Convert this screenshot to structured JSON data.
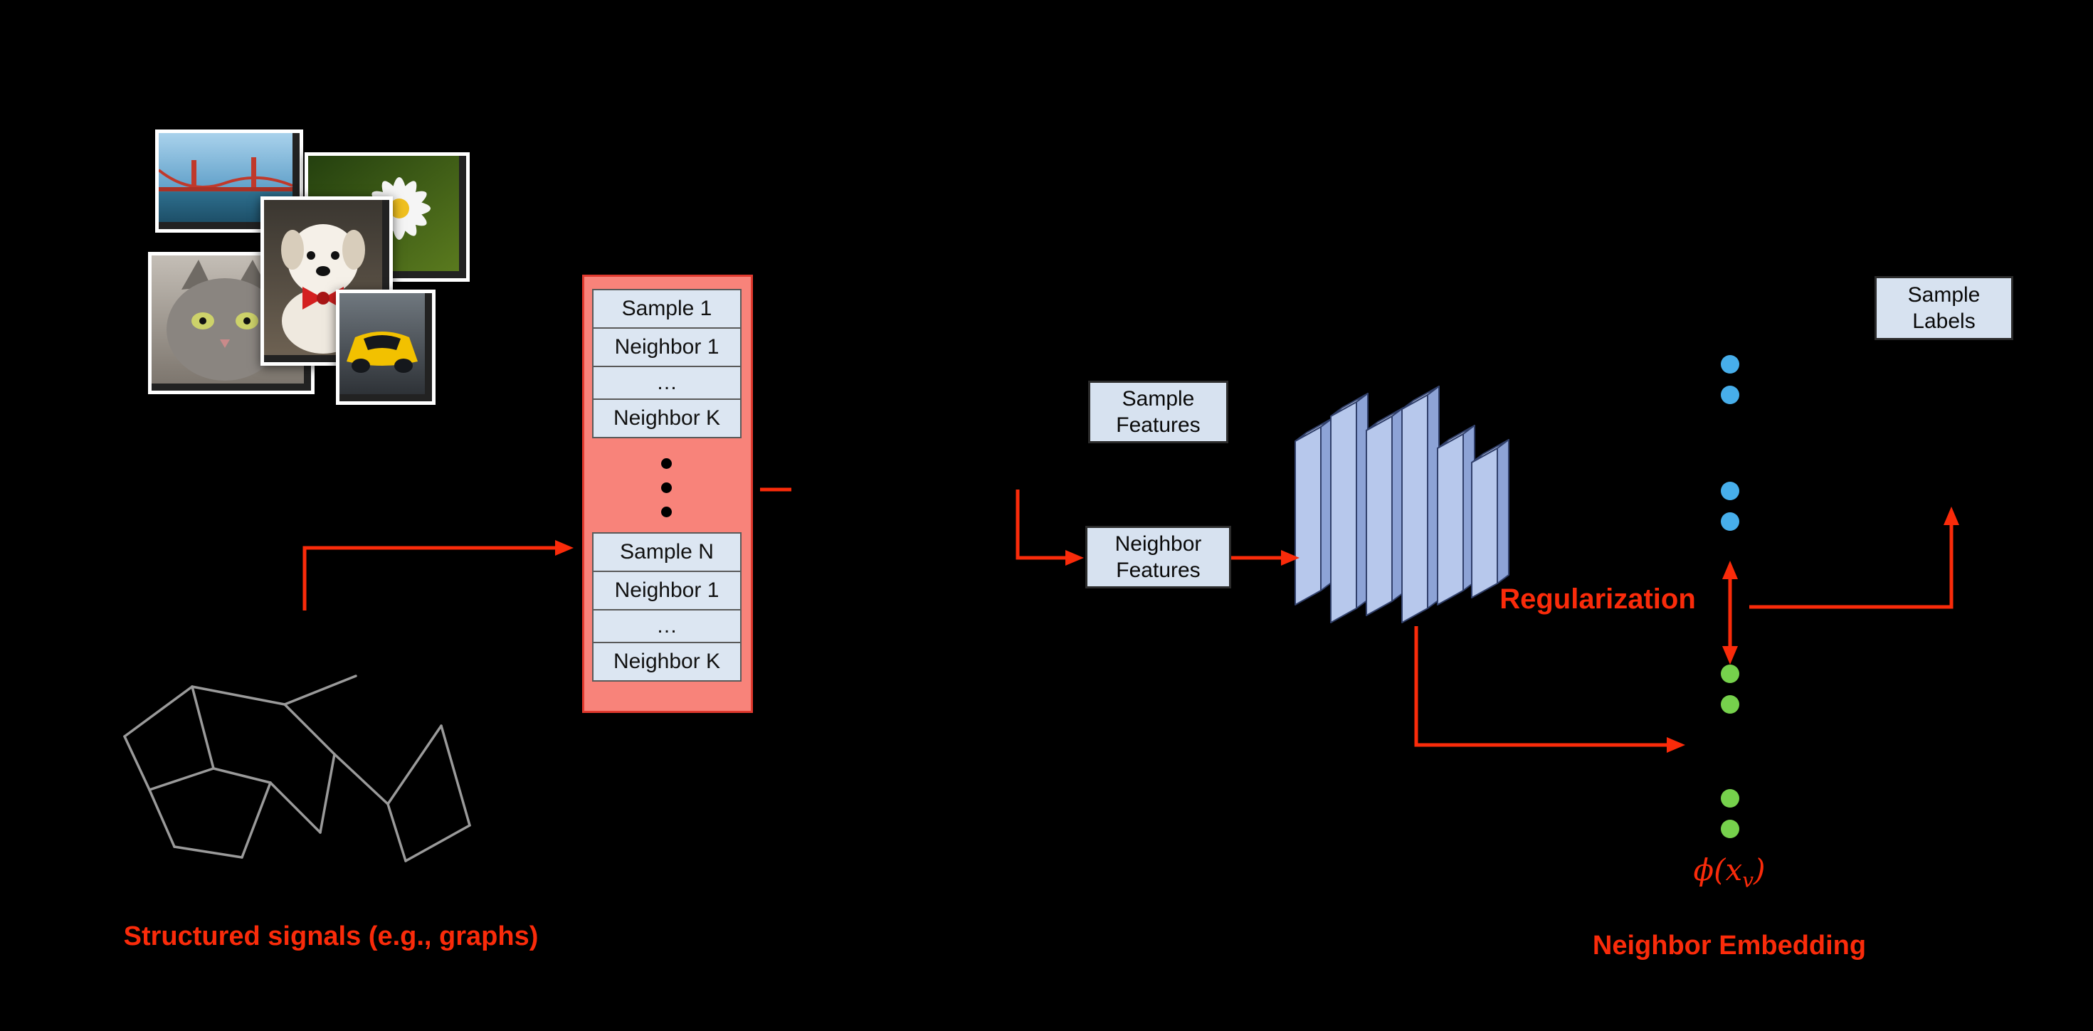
{
  "labels": {
    "structured_signals": "Structured signals (e.g., graphs)",
    "regularization": "Regularization",
    "neighbor_embedding": "Neighbor Embedding",
    "phi_func": "ϕ(x",
    "phi_sub": "v",
    "phi_close": ")"
  },
  "batch_box": {
    "group1": [
      "Sample 1",
      "Neighbor 1",
      "…",
      "Neighbor K"
    ],
    "group2": [
      "Sample N",
      "Neighbor 1",
      "…",
      "Neighbor K"
    ]
  },
  "feature_boxes": {
    "sample_features": "Sample Features",
    "neighbor_features": "Neighbor Features",
    "sample_labels": "Sample Labels"
  },
  "colors": {
    "background": "#000000",
    "arrow_red": "#fa2b0a",
    "batch_box_fill": "#f8837a",
    "batch_cell_fill": "#dce6f2",
    "nn_layer_fill": "#b7c8ec",
    "sample_embedding_dot": "#47aeea",
    "neighbor_embedding_dot": "#76d14c",
    "graph_edge": "#9a9a9a"
  }
}
